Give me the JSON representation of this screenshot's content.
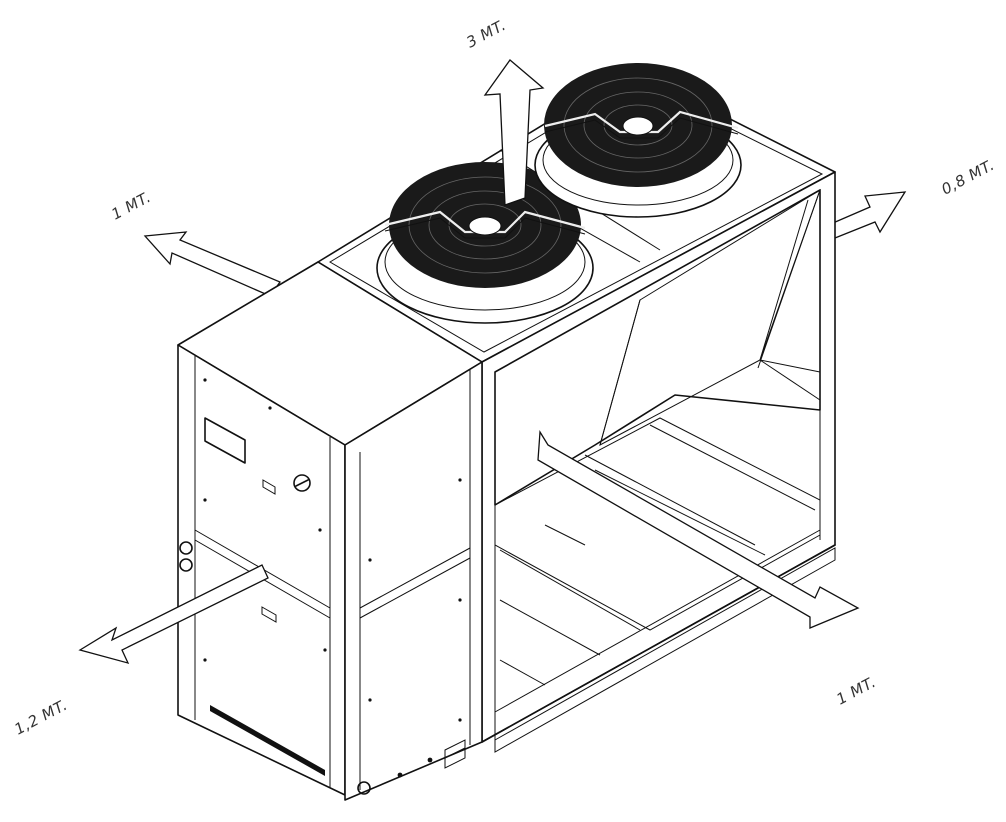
{
  "clearances": {
    "top": "3 MT.",
    "left_side": "1 MT.",
    "right_side": "0,8 MT.",
    "front": "1,2 MT.",
    "rear": "1 MT."
  },
  "colors": {
    "line": "#111111",
    "fan_fill": "#1a1a1a",
    "label": "#333333",
    "background": "#ffffff"
  }
}
